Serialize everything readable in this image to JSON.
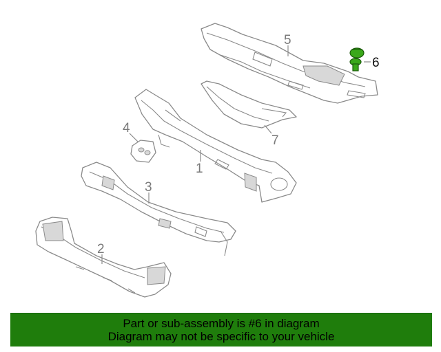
{
  "diagram": {
    "callouts": {
      "c1": "1",
      "c2": "2",
      "c3": "3",
      "c4": "4",
      "c5": "5",
      "c6": "6",
      "c7": "7"
    },
    "highlight_color": "#3aa81a"
  },
  "banner": {
    "line1": "Part or sub-assembly is #6 in diagram",
    "line2": "Diagram may not be specific to your vehicle",
    "background": "#1f7d0c"
  }
}
